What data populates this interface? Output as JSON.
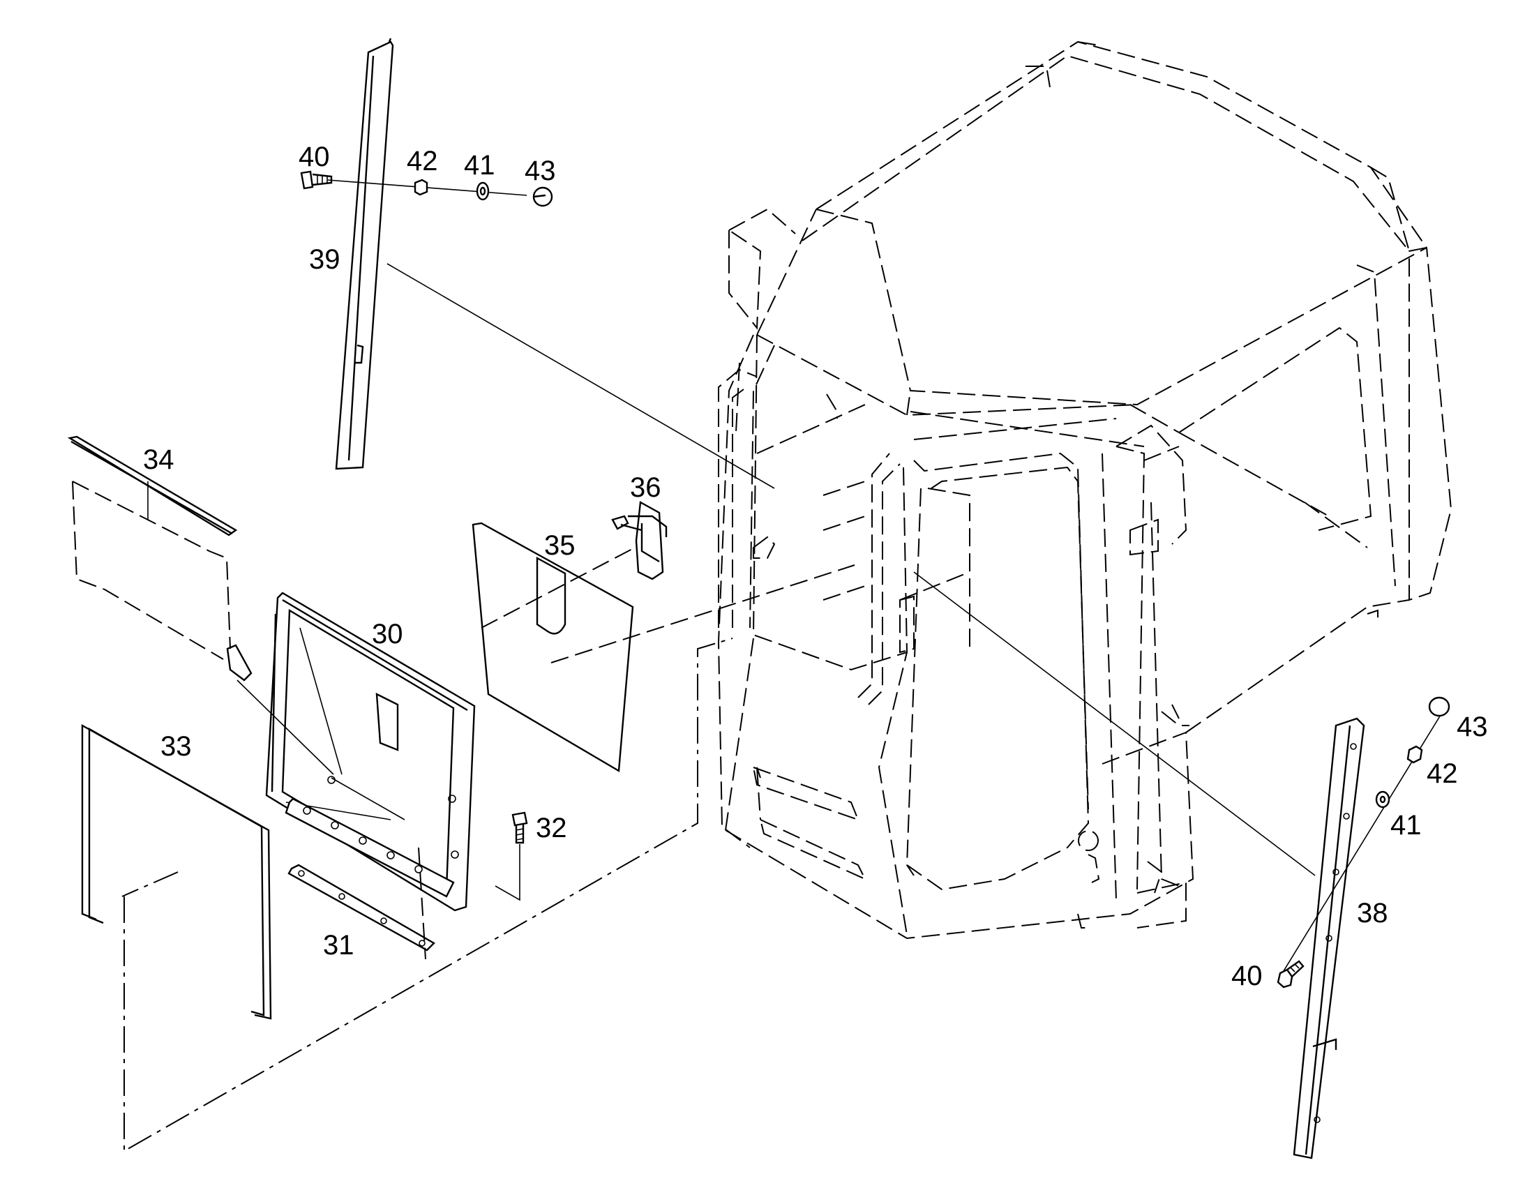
{
  "callouts": {
    "p30": "30",
    "p31": "31",
    "p32": "32",
    "p33": "33",
    "p34": "34",
    "p35": "35",
    "p36": "36",
    "p38": "38",
    "p39": "39",
    "p40_top": "40",
    "p41_top": "41",
    "p42_top": "42",
    "p43_top": "43",
    "p40_right": "40",
    "p41_right": "41",
    "p42_right": "42",
    "p43_right": "43"
  }
}
